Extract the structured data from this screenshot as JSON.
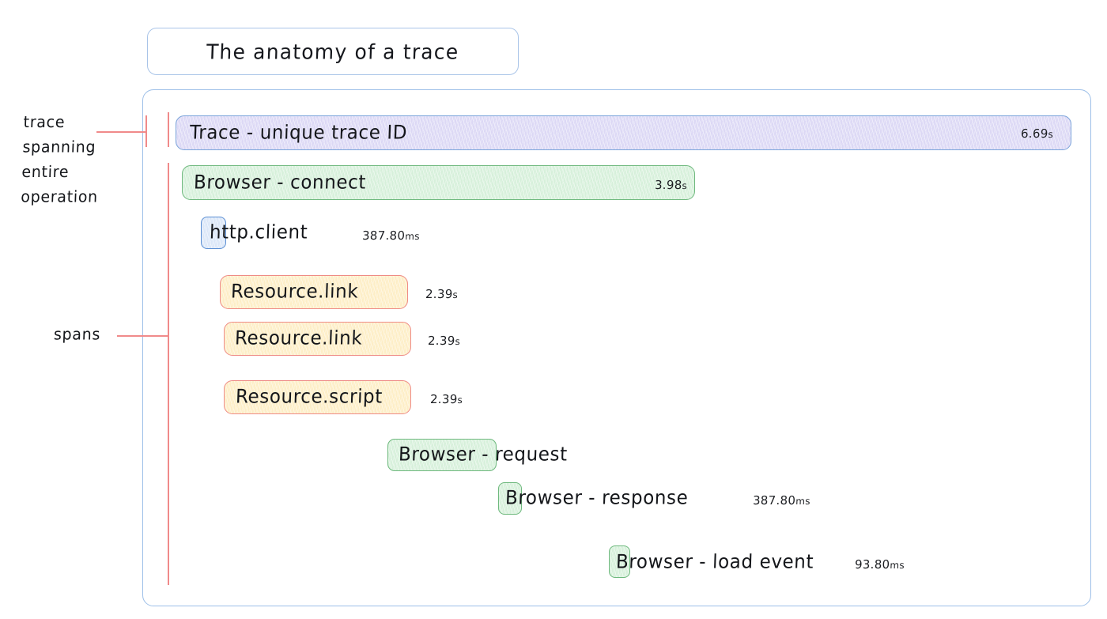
{
  "title": {
    "text": "The anatomy of a trace"
  },
  "annotations": [
    {
      "name": "trace-annotation",
      "text": "trace\nspanning\nentire\noperation"
    },
    {
      "name": "spans-annotation",
      "text": "spans"
    }
  ],
  "colors": {
    "trace_fill": "#dcd8f5",
    "trace_border": "#7aa4da",
    "browser_fill": "#d6f0da",
    "browser_border": "#6fb97e",
    "http_fill": "#dbe7f8",
    "http_border": "#5b8fd4",
    "resource_fill": "#fdeec6",
    "resource_border": "#ef8b86",
    "frame_border": "#9dbfe8",
    "leader_line": "#f08a8a",
    "title_border": "#a9c4e8"
  },
  "spans": [
    {
      "name": "span-trace",
      "label": "Trace - unique trace ID",
      "duration": "6.69",
      "unit": "s",
      "duration_inside": true,
      "kind": "trace"
    },
    {
      "name": "span-browser-connect",
      "label": "Browser - connect",
      "duration": "3.98",
      "unit": "s",
      "duration_inside": true,
      "kind": "browser"
    },
    {
      "name": "span-http-client",
      "label": "http.client",
      "duration": "387.80",
      "unit": "ms",
      "duration_inside": false,
      "kind": "http"
    },
    {
      "name": "span-resource-link-1",
      "label": "Resource.link",
      "duration": "2.39",
      "unit": "s",
      "duration_inside": false,
      "kind": "resource"
    },
    {
      "name": "span-resource-link-2",
      "label": "Resource.link",
      "duration": "2.39",
      "unit": "s",
      "duration_inside": false,
      "kind": "resource"
    },
    {
      "name": "span-resource-script",
      "label": "Resource.script",
      "duration": "2.39",
      "unit": "s",
      "duration_inside": false,
      "kind": "resource"
    },
    {
      "name": "span-browser-request",
      "label": "Browser - request",
      "duration": "",
      "unit": "",
      "duration_inside": false,
      "kind": "browser"
    },
    {
      "name": "span-browser-response",
      "label": "Browser - response",
      "duration": "387.80",
      "unit": "ms",
      "duration_inside": false,
      "kind": "browser"
    },
    {
      "name": "span-browser-load-event",
      "label": "Browser - load event",
      "duration": "93.80",
      "unit": "ms",
      "duration_inside": false,
      "kind": "browser"
    }
  ]
}
